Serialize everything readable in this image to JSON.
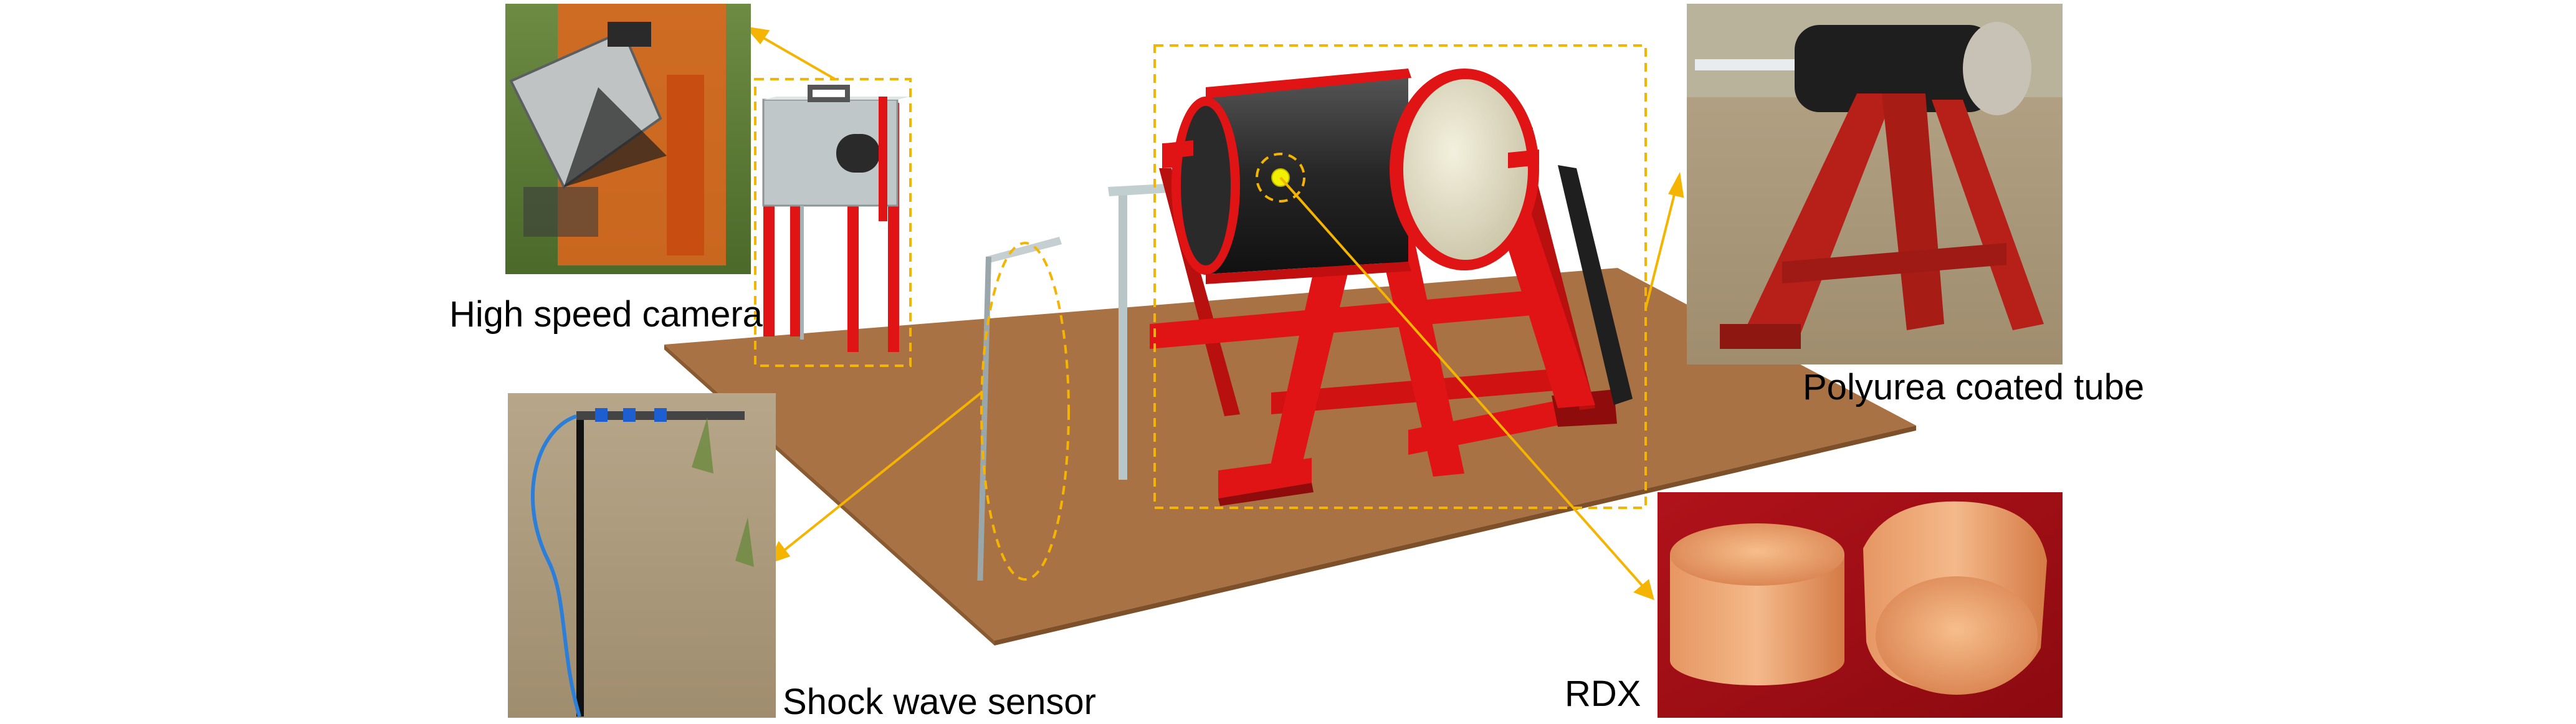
{
  "labels": {
    "camera": "High speed camera",
    "tube": "Polyurea coated tube",
    "sensor": "Shock wave sensor",
    "charge": "RDX"
  },
  "colors": {
    "callout": "#f5b400",
    "ground": "#a87244",
    "frame": "#e01414",
    "tube_body": "#2b2b2b",
    "end_cap": "#e6e2cc",
    "sensor_pole": "#9aa7aa",
    "charge": "#e8a170"
  },
  "icons": {
    "camera": "high-speed-camera-icon",
    "sensor": "shock-wave-sensor-icon",
    "charge": "rdx-charge-icon",
    "tube": "coated-tube-icon"
  }
}
